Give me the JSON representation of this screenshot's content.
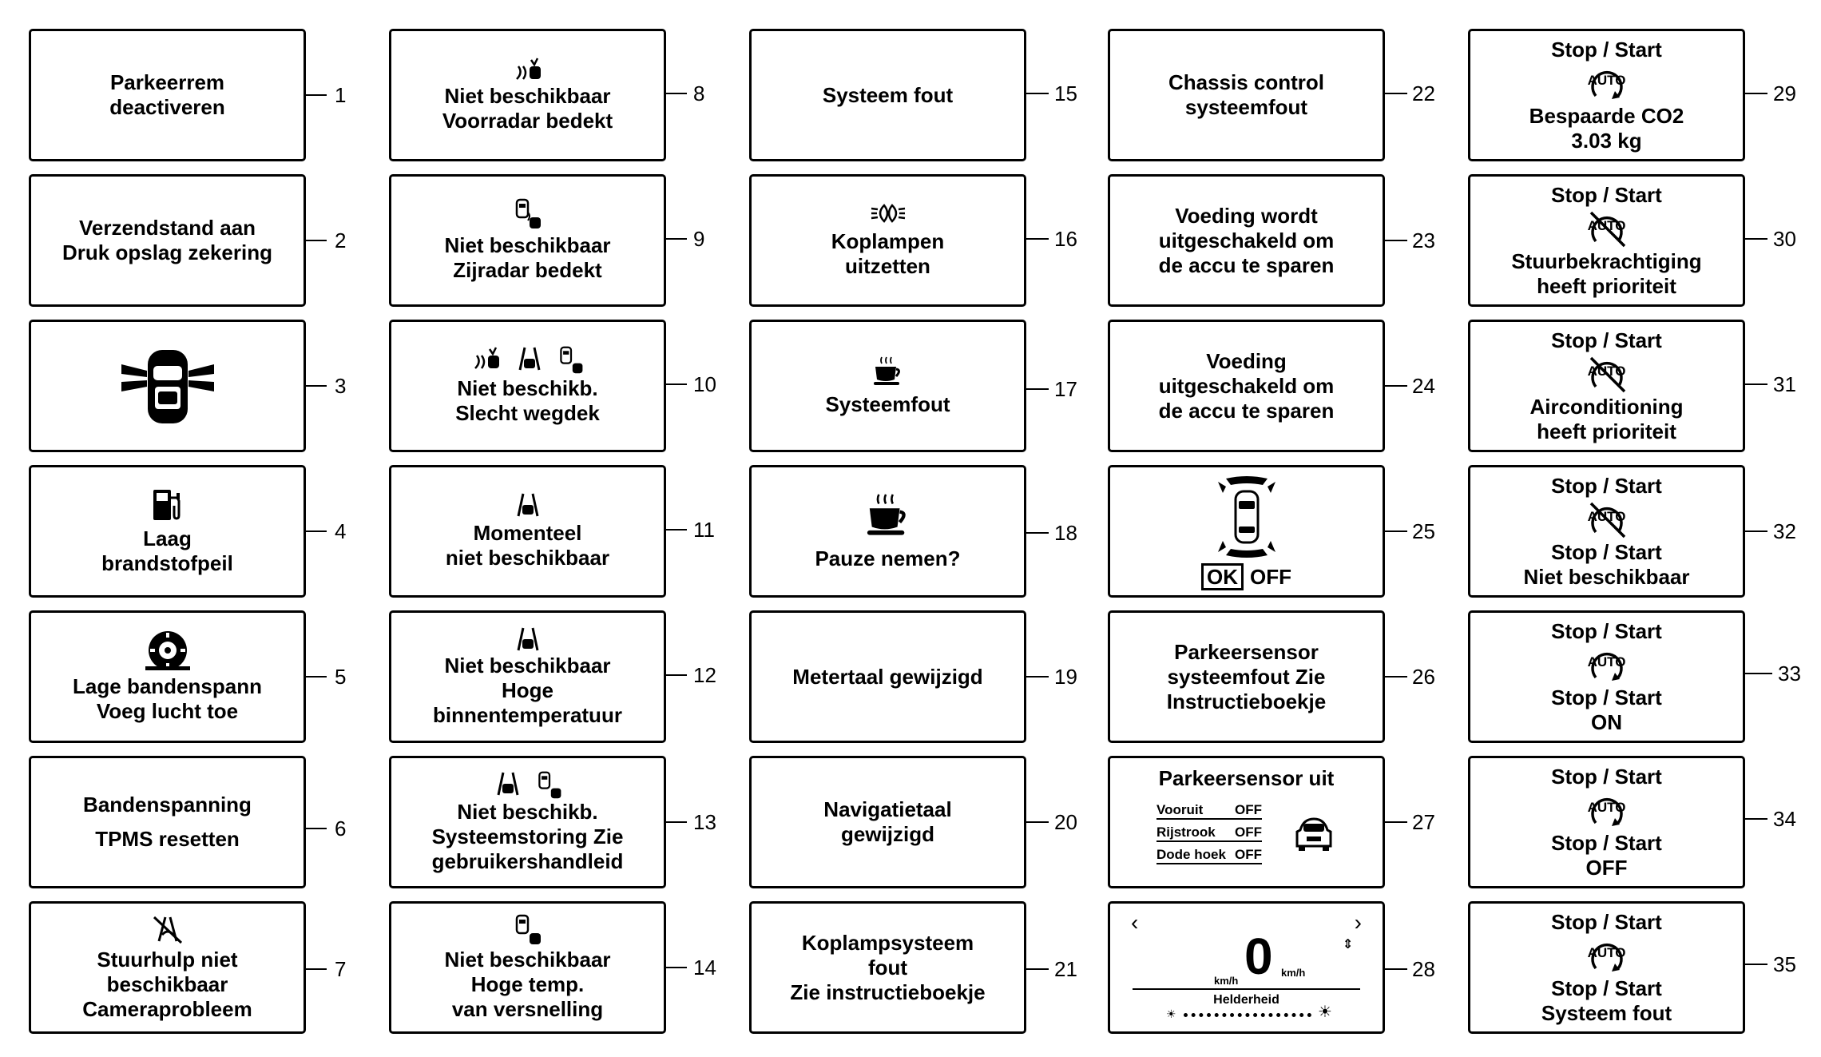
{
  "panels": {
    "p1": {
      "number": "1",
      "lines": [
        "Parkeerrem",
        "deactiveren"
      ]
    },
    "p2": {
      "number": "2",
      "lines": [
        "Verzendstand aan",
        "Druk opslag zekering"
      ]
    },
    "p3": {
      "number": "3",
      "icon": "car-doors-open-icon"
    },
    "p4": {
      "number": "4",
      "icon": "fuel-pump-icon",
      "lines": [
        "Laag",
        "brandstofpeil"
      ]
    },
    "p5": {
      "number": "5",
      "icon": "tire-pressure-icon",
      "lines": [
        "Lage bandenspann",
        "Voeg lucht toe"
      ]
    },
    "p6": {
      "number": "6",
      "lines": [
        "Bandenspanning",
        "TPMS resetten"
      ]
    },
    "p7": {
      "number": "7",
      "icon": "steering-assist-off-icon",
      "lines": [
        "Stuurhulp niet",
        "beschikbaar",
        "Cameraprobleem"
      ]
    },
    "p8": {
      "number": "8",
      "icon": "front-radar-icon",
      "lines": [
        "Niet beschikbaar",
        "Voorradar bedekt"
      ]
    },
    "p9": {
      "number": "9",
      "icon": "side-radar-icon",
      "lines": [
        "Niet beschikbaar",
        "Zijradar bedekt"
      ]
    },
    "p10": {
      "number": "10",
      "icon": "driver-assist-icons",
      "lines": [
        "Niet beschikb.",
        "Slecht wegdek"
      ]
    },
    "p11": {
      "number": "11",
      "icon": "lane-assist-icon",
      "lines": [
        "Momenteel",
        "niet beschikbaar"
      ]
    },
    "p12": {
      "number": "12",
      "icon": "lane-assist-icon",
      "lines": [
        "Niet beschikbaar",
        "Hoge",
        "binnentemperatuur"
      ]
    },
    "p13": {
      "number": "13",
      "icon": "lane-and-side-radar-icons",
      "lines": [
        "Niet beschikb.",
        "Systeemstoring Zie",
        "gebruikershandleid"
      ]
    },
    "p14": {
      "number": "14",
      "icon": "side-radar-icon",
      "lines": [
        "Niet beschikbaar",
        "Hoge temp.",
        "van versnelling"
      ]
    },
    "p15": {
      "number": "15",
      "lines": [
        "Systeem fout"
      ]
    },
    "p16": {
      "number": "16",
      "icon": "headlamp-icon",
      "lines": [
        "Koplampen",
        "uitzetten"
      ]
    },
    "p17": {
      "number": "17",
      "icon": "coffee-cup-icon",
      "lines": [
        "Systeemfout"
      ]
    },
    "p18": {
      "number": "18",
      "icon": "coffee-cup-icon",
      "lines": [
        "Pauze nemen?"
      ]
    },
    "p19": {
      "number": "19",
      "lines": [
        "Metertaal gewijzigd"
      ]
    },
    "p20": {
      "number": "20",
      "lines": [
        "Navigatietaal",
        "gewijzigd"
      ]
    },
    "p21": {
      "number": "21",
      "lines": [
        "Koplampsysteem",
        "fout",
        "Zie instructieboekje"
      ]
    },
    "p22": {
      "number": "22",
      "lines": [
        "Chassis control",
        "systeemfout"
      ]
    },
    "p23": {
      "number": "23",
      "lines": [
        "Voeding wordt",
        "uitgeschakeld om",
        "de accu te sparen"
      ]
    },
    "p24": {
      "number": "24",
      "lines": [
        "Voeding",
        "uitgeschakeld om",
        "de accu te sparen"
      ]
    },
    "p25": {
      "number": "25",
      "icon": "parking-sensor-car-icon",
      "ok": "OK",
      "off": "OFF"
    },
    "p26": {
      "number": "26",
      "lines": [
        "Parkeersensor",
        "systeemfout Zie",
        "Instructieboekje"
      ]
    },
    "p27": {
      "number": "27",
      "title": "Parkeersensor uit",
      "rows": [
        {
          "label": "Vooruit",
          "value": "OFF"
        },
        {
          "label": "Rijstrook",
          "value": "OFF"
        },
        {
          "label": "Dode hoek",
          "value": "OFF"
        }
      ]
    },
    "p28": {
      "number": "28",
      "left": "‹",
      "right": "›",
      "speed": "0",
      "unit": "km/h",
      "label": "Helderheid",
      "brightness": 0.78
    },
    "p29": {
      "number": "29",
      "top": "Stop / Start",
      "auto": "AUTO",
      "lines": [
        "Bespaarde CO2",
        "3.03 kg"
      ]
    },
    "p30": {
      "number": "30",
      "top": "Stop / Start",
      "auto": "AUTO",
      "lines": [
        "Stuurbekrachtiging",
        "heeft prioriteit"
      ]
    },
    "p31": {
      "number": "31",
      "top": "Stop / Start",
      "auto": "AUTO",
      "lines": [
        "Airconditioning",
        "heeft prioriteit"
      ]
    },
    "p32": {
      "number": "32",
      "top": "Stop / Start",
      "auto": "AUTO",
      "lines": [
        "Stop / Start",
        "Niet beschikbaar"
      ]
    },
    "p33": {
      "number": "33",
      "top": "Stop / Start",
      "auto": "AUTO",
      "lines": [
        "Stop / Start",
        "ON"
      ]
    },
    "p34": {
      "number": "34",
      "top": "Stop / Start",
      "auto": "AUTO",
      "lines": [
        "Stop / Start",
        "OFF"
      ]
    },
    "p35": {
      "number": "35",
      "top": "Stop / Start",
      "auto": "AUTO",
      "lines": [
        "Stop / Start",
        "Systeem fout"
      ]
    }
  }
}
